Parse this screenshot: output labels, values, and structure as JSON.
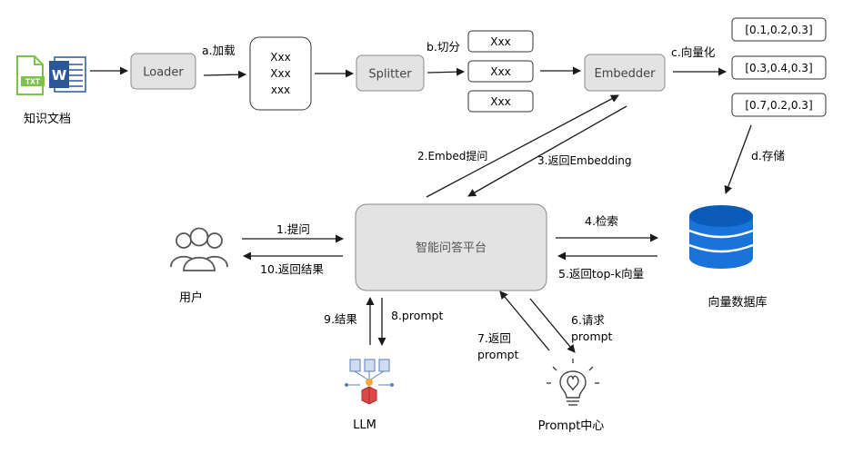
{
  "knowledge_docs": {
    "label": "知识文档",
    "txt_badge": "TXT",
    "word_letter": "W"
  },
  "loader": {
    "label": "Loader"
  },
  "docs_block": {
    "lines": [
      "Xxx",
      "Xxx",
      "xxx"
    ]
  },
  "splitter": {
    "label": "Splitter"
  },
  "chunks": [
    "Xxx",
    "Xxx",
    "Xxx"
  ],
  "embedder": {
    "label": "Embedder"
  },
  "vectors": [
    "[0.1,0.2,0.3]",
    "[0.3,0.4,0.3]",
    "[0.7,0.2,0.3]"
  ],
  "platform": {
    "label": "智能问答平台"
  },
  "user": {
    "label": "用户"
  },
  "vector_db": {
    "label": "向量数据库"
  },
  "llm": {
    "label": "LLM"
  },
  "prompt_center": {
    "label": "Prompt中心"
  },
  "steps": {
    "a": "a.加载",
    "b": "b.切分",
    "c": "c.向量化",
    "d": "d.存储",
    "s1": "1.提问",
    "s2": "2.Embed提问",
    "s3": "3.返回Embedding",
    "s4": "4.检索",
    "s5": "5.返回top-k向量",
    "s6_line1": "6.请求",
    "s6_line2": "prompt",
    "s7_line1": "7.返回",
    "s7_line2": "prompt",
    "s8": "8.prompt",
    "s9": "9.结果",
    "s10": "10.返回结果"
  },
  "colors": {
    "box_fill": "#e3e3e3",
    "box_stroke": "#8a8a8a",
    "db_blue": "#1a73d9",
    "db_blue_dark": "#0b5cb8",
    "word_blue": "#2b579a",
    "txt_green": "#7cc24a",
    "outline_gray": "#555555"
  }
}
